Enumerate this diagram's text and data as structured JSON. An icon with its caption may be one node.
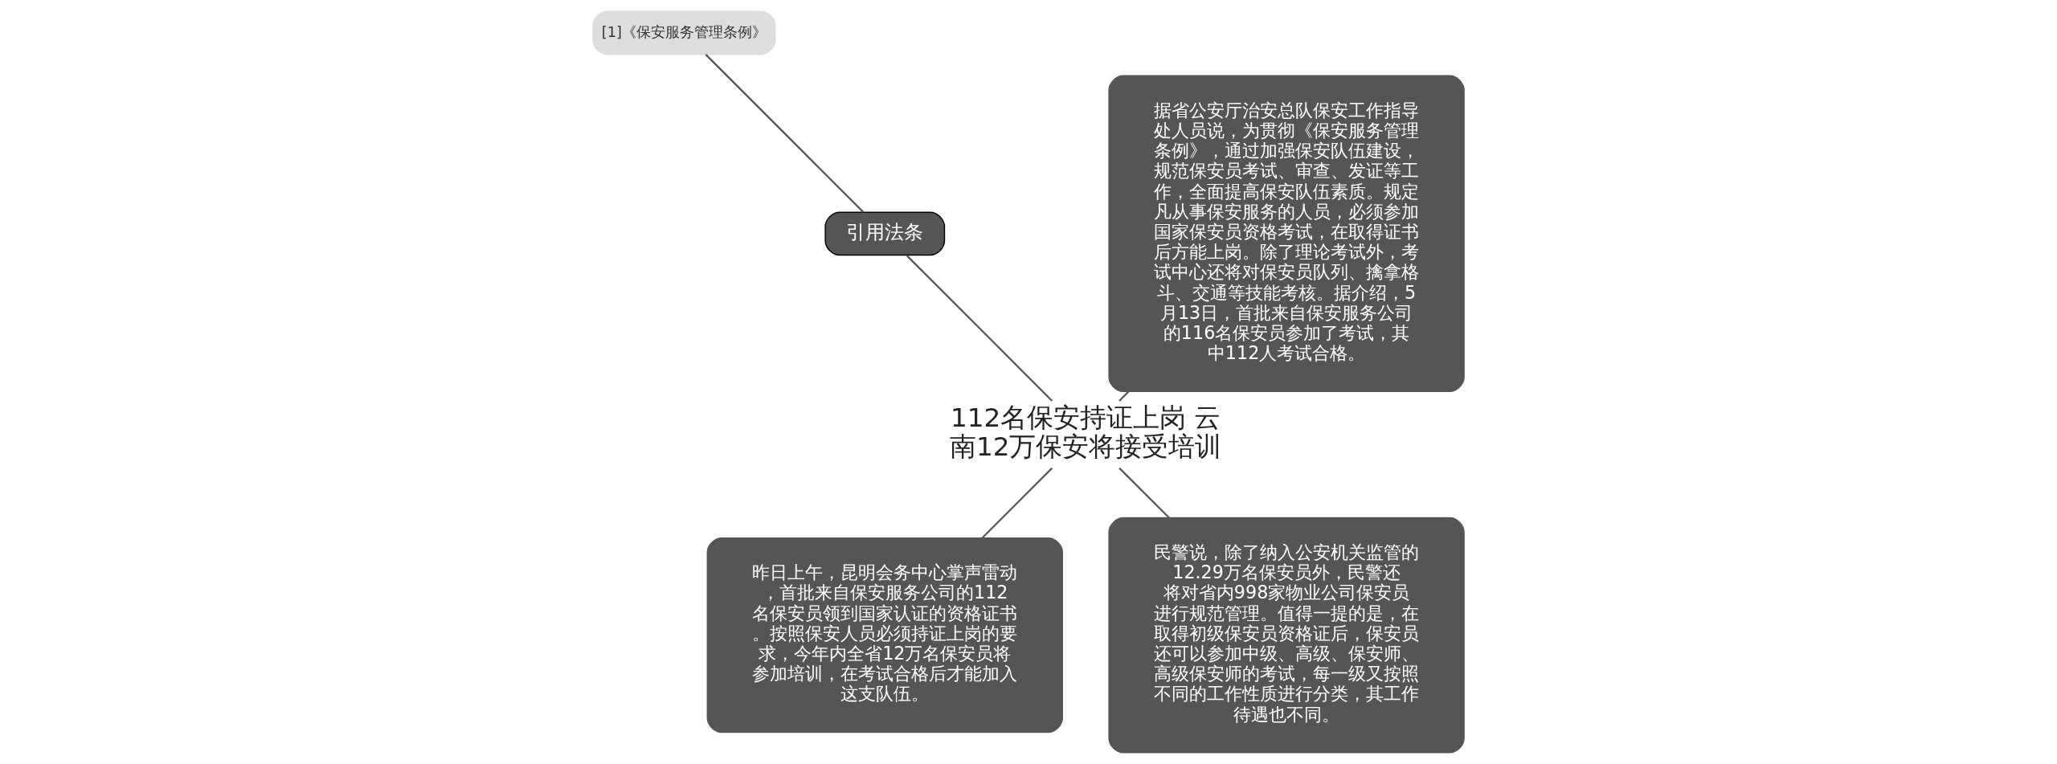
{
  "diagram": {
    "nodes": [
      {
        "text": [
          "112名保安持证上岗 云南12万保安将接受培训"
        ]
      },
      {
        "text": [
          "据省公安厅治安总队保安工作指导处人员说，为贯彻《保安服务管理条例》，通过加强保安队伍建设，规范保安员考试、审查、发证等工作，全面提高保安队伍素质。规定凡从事保安服务的人员，必须参加国家保安员资格考试，在取得证书后方能上岗。除了理论考试外，考试中心还将对保安员队列、擒拿格斗、交通等技能考核。据介绍，5月13日，首批来自保安服务公司的116名保安员参加了考试，其中112人考试合格。"
        ]
      },
      {
        "text": [
          "引用法条"
        ]
      },
      {
        "text": [
          "[1]《保安服务管理条例》"
        ]
      },
      {
        "text": [
          "昨日上午，昆明会务中心掌声雷动，首批来自保安服务公司的112名保安员领到国家认证的资格证书。按照保安人员必须持证上岗的要求，今年内全省12万名保安员将参加培训，在考试合格后才能加入这支队伍。"
        ]
      },
      {
        "text": [
          "民警说，除了纳入公安机关监管的12.29万名保安员外，民警还将对省内998家物业公司保安员进行规范管理。值得一提的是，在取得初级保安员资格证后，保安员还可以参加中级、高级、保安师、高级保安师的考试，每一级又按照不同的工作性质进行分类，其工作待遇也不同。"
        ]
      }
    ],
    "edges": [
      {
        "from": 0,
        "to": 1,
        "arrow": "none"
      },
      {
        "from": 0,
        "to": 2,
        "arrow": "none"
      },
      {
        "from": 2,
        "to": 3,
        "arrow": "none"
      },
      {
        "from": 0,
        "to": 4,
        "arrow": "none"
      },
      {
        "from": 0,
        "to": 5,
        "arrow": "none"
      }
    ]
  }
}
